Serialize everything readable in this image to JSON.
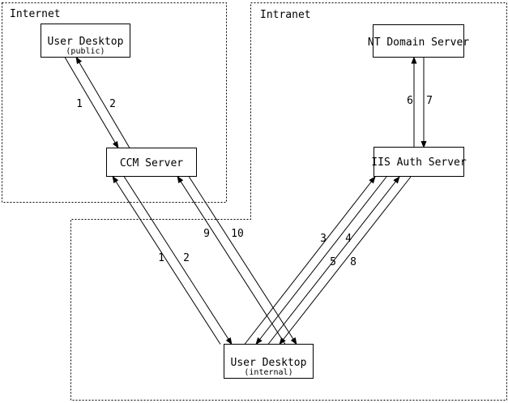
{
  "regions": {
    "internet": {
      "label": "Internet"
    },
    "intranet": {
      "label": "Intranet"
    }
  },
  "nodes": {
    "user_desktop_public": {
      "title": "User Desktop",
      "subtitle": "(public)"
    },
    "ccm_server": {
      "title": "CCM Server"
    },
    "nt_domain_server": {
      "title": "NT Domain Server"
    },
    "iis_auth_server": {
      "title": "IIS Auth Server"
    },
    "user_desktop_internal": {
      "title": "User Desktop",
      "subtitle": "(internal)"
    }
  },
  "edges": [
    {
      "id": "public_1",
      "label": "1",
      "from": "user_desktop_public",
      "to": "ccm_server"
    },
    {
      "id": "public_2",
      "label": "2",
      "from": "ccm_server",
      "to": "user_desktop_public"
    },
    {
      "id": "internal_1",
      "label": "1",
      "from": "user_desktop_internal",
      "to": "ccm_server"
    },
    {
      "id": "internal_2",
      "label": "2",
      "from": "ccm_server",
      "to": "user_desktop_internal"
    },
    {
      "id": "iis_3",
      "label": "3",
      "from": "user_desktop_internal",
      "to": "iis_auth_server"
    },
    {
      "id": "iis_4",
      "label": "4",
      "from": "iis_auth_server",
      "to": "user_desktop_internal"
    },
    {
      "id": "iis_5",
      "label": "5",
      "from": "user_desktop_internal",
      "to": "iis_auth_server"
    },
    {
      "id": "iis_8",
      "label": "8",
      "from": "iis_auth_server",
      "to": "user_desktop_internal"
    },
    {
      "id": "nt_6",
      "label": "6",
      "from": "iis_auth_server",
      "to": "nt_domain_server"
    },
    {
      "id": "nt_7",
      "label": "7",
      "from": "nt_domain_server",
      "to": "iis_auth_server"
    },
    {
      "id": "ccm_9",
      "label": "9",
      "from": "user_desktop_internal",
      "to": "ccm_server"
    },
    {
      "id": "ccm_10",
      "label": "10",
      "from": "ccm_server",
      "to": "user_desktop_internal"
    }
  ],
  "colors": {
    "line": "#000000",
    "background": "#ffffff",
    "node_fill": "#ffffff"
  }
}
